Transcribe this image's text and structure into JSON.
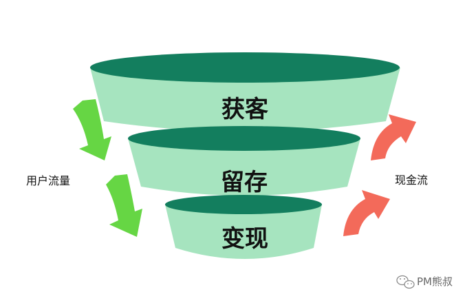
{
  "funnel": {
    "stages": [
      {
        "label": "获客"
      },
      {
        "label": "留存"
      },
      {
        "label": "变现"
      }
    ],
    "colors": {
      "body": "#a6e4bf",
      "top": "#137e5e"
    }
  },
  "left_flow": {
    "label": "用户流量",
    "arrow_color": "#66d644",
    "icon": "curved-down-arrow-icon"
  },
  "right_flow": {
    "label": "现金流",
    "arrow_color": "#f36a5a",
    "icon": "curved-up-arrow-icon"
  },
  "watermark": {
    "text": "PM熊叔",
    "icon": "wechat-icon"
  }
}
